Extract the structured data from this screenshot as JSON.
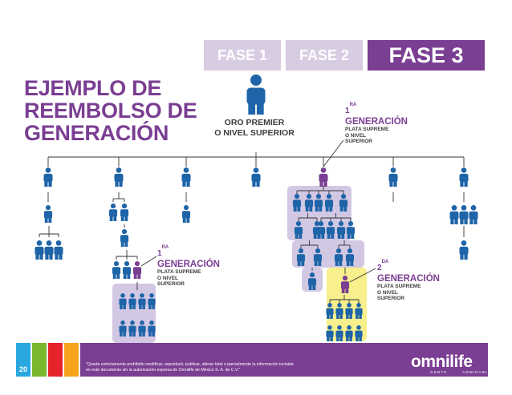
{
  "phases": [
    "FASE 1",
    "FASE 2",
    "FASE 3"
  ],
  "title": [
    "EJEMPLO DE",
    "REEMBOLSO DE",
    "GENERACIÓN"
  ],
  "top_person": {
    "line1": "ORO PREMIER",
    "line2": "O NIVEL SUPERIOR"
  },
  "labels": {
    "right_first": {
      "number": "1",
      "suffix": "RA",
      "word": "GENERACIÓN",
      "lines": [
        "PLATA SUPREME",
        "O NIVEL",
        "SUPERIOR"
      ]
    },
    "left_first": {
      "number": "1",
      "suffix": "RA",
      "word": "GENERACIÓN",
      "lines": [
        "PLATA SUPREME",
        "O NIVEL",
        "SUPERIOR"
      ]
    },
    "second": {
      "number": "2",
      "suffix": "DA",
      "word": "GENERACIÓN",
      "lines": [
        "PLATA SUPREME",
        "O NIVEL",
        "SUPERIOR"
      ]
    }
  },
  "colors": {
    "brand_purple": "#7a3e92",
    "person_blue": "#1e64a8",
    "person_purple": "#7a3e92",
    "highlight_lavender": "#d2c8e4",
    "highlight_yellow": "#f7f08c",
    "tab_inactive": "#d8cce2"
  },
  "footer": {
    "page": "20",
    "legal": [
      "\"Queda estrictamente prohibido modificar, reproducir, publicar, alterar total o parcialmente la información incluida",
      "en este documento sin la autorización expresa de Omnilife de México S. A. de C.V.\""
    ],
    "logo": "omnilife",
    "tagline": [
      "GENTE",
      "ADMIRABLE"
    ]
  }
}
